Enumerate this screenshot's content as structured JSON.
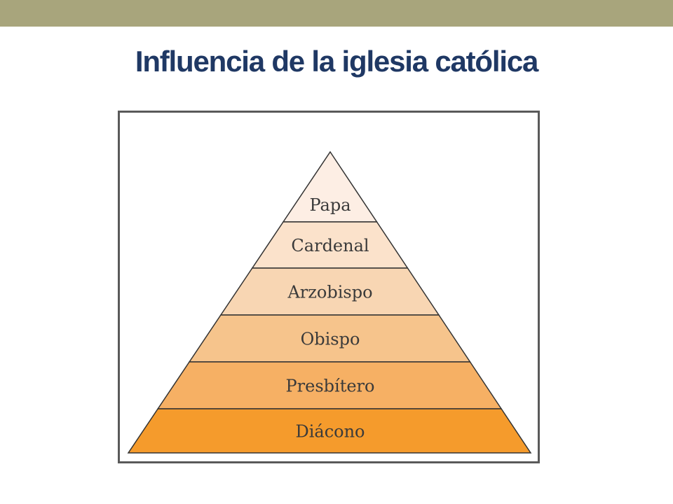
{
  "slide": {
    "title": "Influencia de la iglesia católica"
  },
  "pyramid": {
    "tiers": [
      {
        "label": "Papa",
        "color": "#fdeee4"
      },
      {
        "label": "Cardenal",
        "color": "#fbe2cb"
      },
      {
        "label": "Arzobispo",
        "color": "#f8d6b3"
      },
      {
        "label": "Obispo",
        "color": "#f6c48c"
      },
      {
        "label": "Presbítero",
        "color": "#f6b064"
      },
      {
        "label": "Diácono",
        "color": "#f59b2c"
      }
    ],
    "colors": {
      "outline": "#333333",
      "frame": "#5a5a5a",
      "accent_bar": "#a8a57c",
      "title": "#1f3864"
    }
  }
}
